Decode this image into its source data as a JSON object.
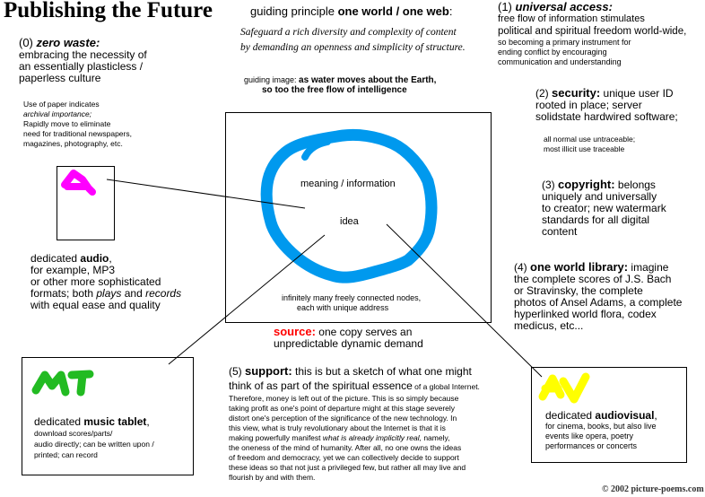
{
  "title": "Publishing the Future",
  "guiding_principle": {
    "prefix": "guiding principle ",
    "emphasis": "one world / one web",
    "suffix": ":",
    "quote_line1": "Safeguard a rich diversity and complexity of content",
    "quote_line2": "by demanding an openness and simplicity of structure."
  },
  "guiding_image": {
    "prefix": "guiding image: ",
    "emphasis_line1": "as water moves about the Earth,",
    "emphasis_line2": "so too  the free flow of intelligence"
  },
  "zero_waste": {
    "number": "(0) ",
    "heading": "zero waste:",
    "lines": [
      "embracing the necessity of",
      "an essentially plasticless /",
      "paperless culture"
    ]
  },
  "paper_note": {
    "line1": "Use of paper indicates",
    "line2_italic": "archival importance;",
    "line3": "Rapidly move to eliminate",
    "line4": "need for traditional newspapers,",
    "line5": "magazines, photography, etc."
  },
  "universal_access": {
    "number": "(1) ",
    "heading": "universal access:",
    "line1": "free flow of information stimulates",
    "line2": "political and spiritual freedom world-wide,",
    "small_lines": [
      "so becoming a primary instrument for",
      "ending conflict by encouraging",
      "communication and understanding"
    ]
  },
  "security": {
    "number": "(2) ",
    "heading": "security:",
    "rest": " unique user ID",
    "lines": [
      "rooted in place;  server",
      "solidstate hardwired software;"
    ],
    "note_lines": [
      "all normal use untraceable;",
      "most illicit use traceable"
    ]
  },
  "copyright": {
    "number": "(3) ",
    "heading": "copyright:",
    "rest": " belongs",
    "lines": [
      "uniquely and universally",
      "to creator; new watermark",
      "standards for all digital",
      "content"
    ]
  },
  "library": {
    "number": "(4) ",
    "heading": "one world library:",
    "rest": " imagine",
    "lines": [
      "the complete scores of J.S. Bach",
      "or Stravinsky, the complete",
      "photos of Ansel Adams, a complete",
      "hyperlinked world flora, codex",
      "medicus, etc..."
    ]
  },
  "center": {
    "meaning_label": "meaning / information",
    "idea_label": "idea",
    "nodes_line1": "infinitely many freely connected nodes,",
    "nodes_line2": "each with unique address",
    "ring_color": "#0099ee"
  },
  "source": {
    "heading": "source:",
    "rest": " one copy serves an",
    "line2": "unpredictable dynamic demand",
    "color": "#ff0000"
  },
  "audio_device": {
    "glyph": "A",
    "glyph_color": "#ff00ff",
    "prefix": "dedicated ",
    "emphasis": "audio",
    "suffix": ",",
    "line2": "for example, MP3",
    "line3": "or other more sophisticated",
    "line4_a": "formats; both ",
    "line4_plays": "plays",
    "line4_b": " and ",
    "line4_records": "records",
    "line5": "with equal ease and quality"
  },
  "music_tablet": {
    "glyph": "MT",
    "glyph_color": "#22bb22",
    "prefix": "dedicated ",
    "emphasis": "music tablet",
    "suffix": ",",
    "lines": [
      "download scores/parts/",
      "audio directly; can be written upon /",
      "printed; can record"
    ]
  },
  "audiovisual": {
    "glyph": "AV",
    "glyph_color": "#ffff00",
    "prefix": "dedicated ",
    "emphasis": "audiovisual",
    "suffix": ",",
    "lines": [
      "for cinema, books, but also live",
      "events  like opera, poetry",
      "performances or concerts"
    ]
  },
  "support": {
    "number": "(5) ",
    "heading": "support:",
    "line1_rest": " this is but a sketch of what one might",
    "line2_a": "think of as part of the spiritual essence",
    "line2_b": " of a global Internet.",
    "line3": "Therefore, money is left out of the picture. This is so simply because",
    "line4": "taking profit as one's point of departure might at this stage  severely",
    "line5": "distort one's perception of the significance of the new technology. In",
    "line6": "this view, what is truly revolutionary about the Internet is that it is",
    "line7_a": "making powerfully manifest ",
    "line7_italic": "what is already implicitly real,",
    "line7_b": " namely,",
    "line8": "the oneness of the mind of humanity. After all, no one owns the ideas",
    "line9": "of freedom and democracy, yet we can collectively decide to support",
    "line10": "these ideas so that not just a privileged few, but rather all may live and",
    "line11": "flourish by and with them."
  },
  "footer": {
    "copyright": "© 2002 picture-poems.com"
  }
}
